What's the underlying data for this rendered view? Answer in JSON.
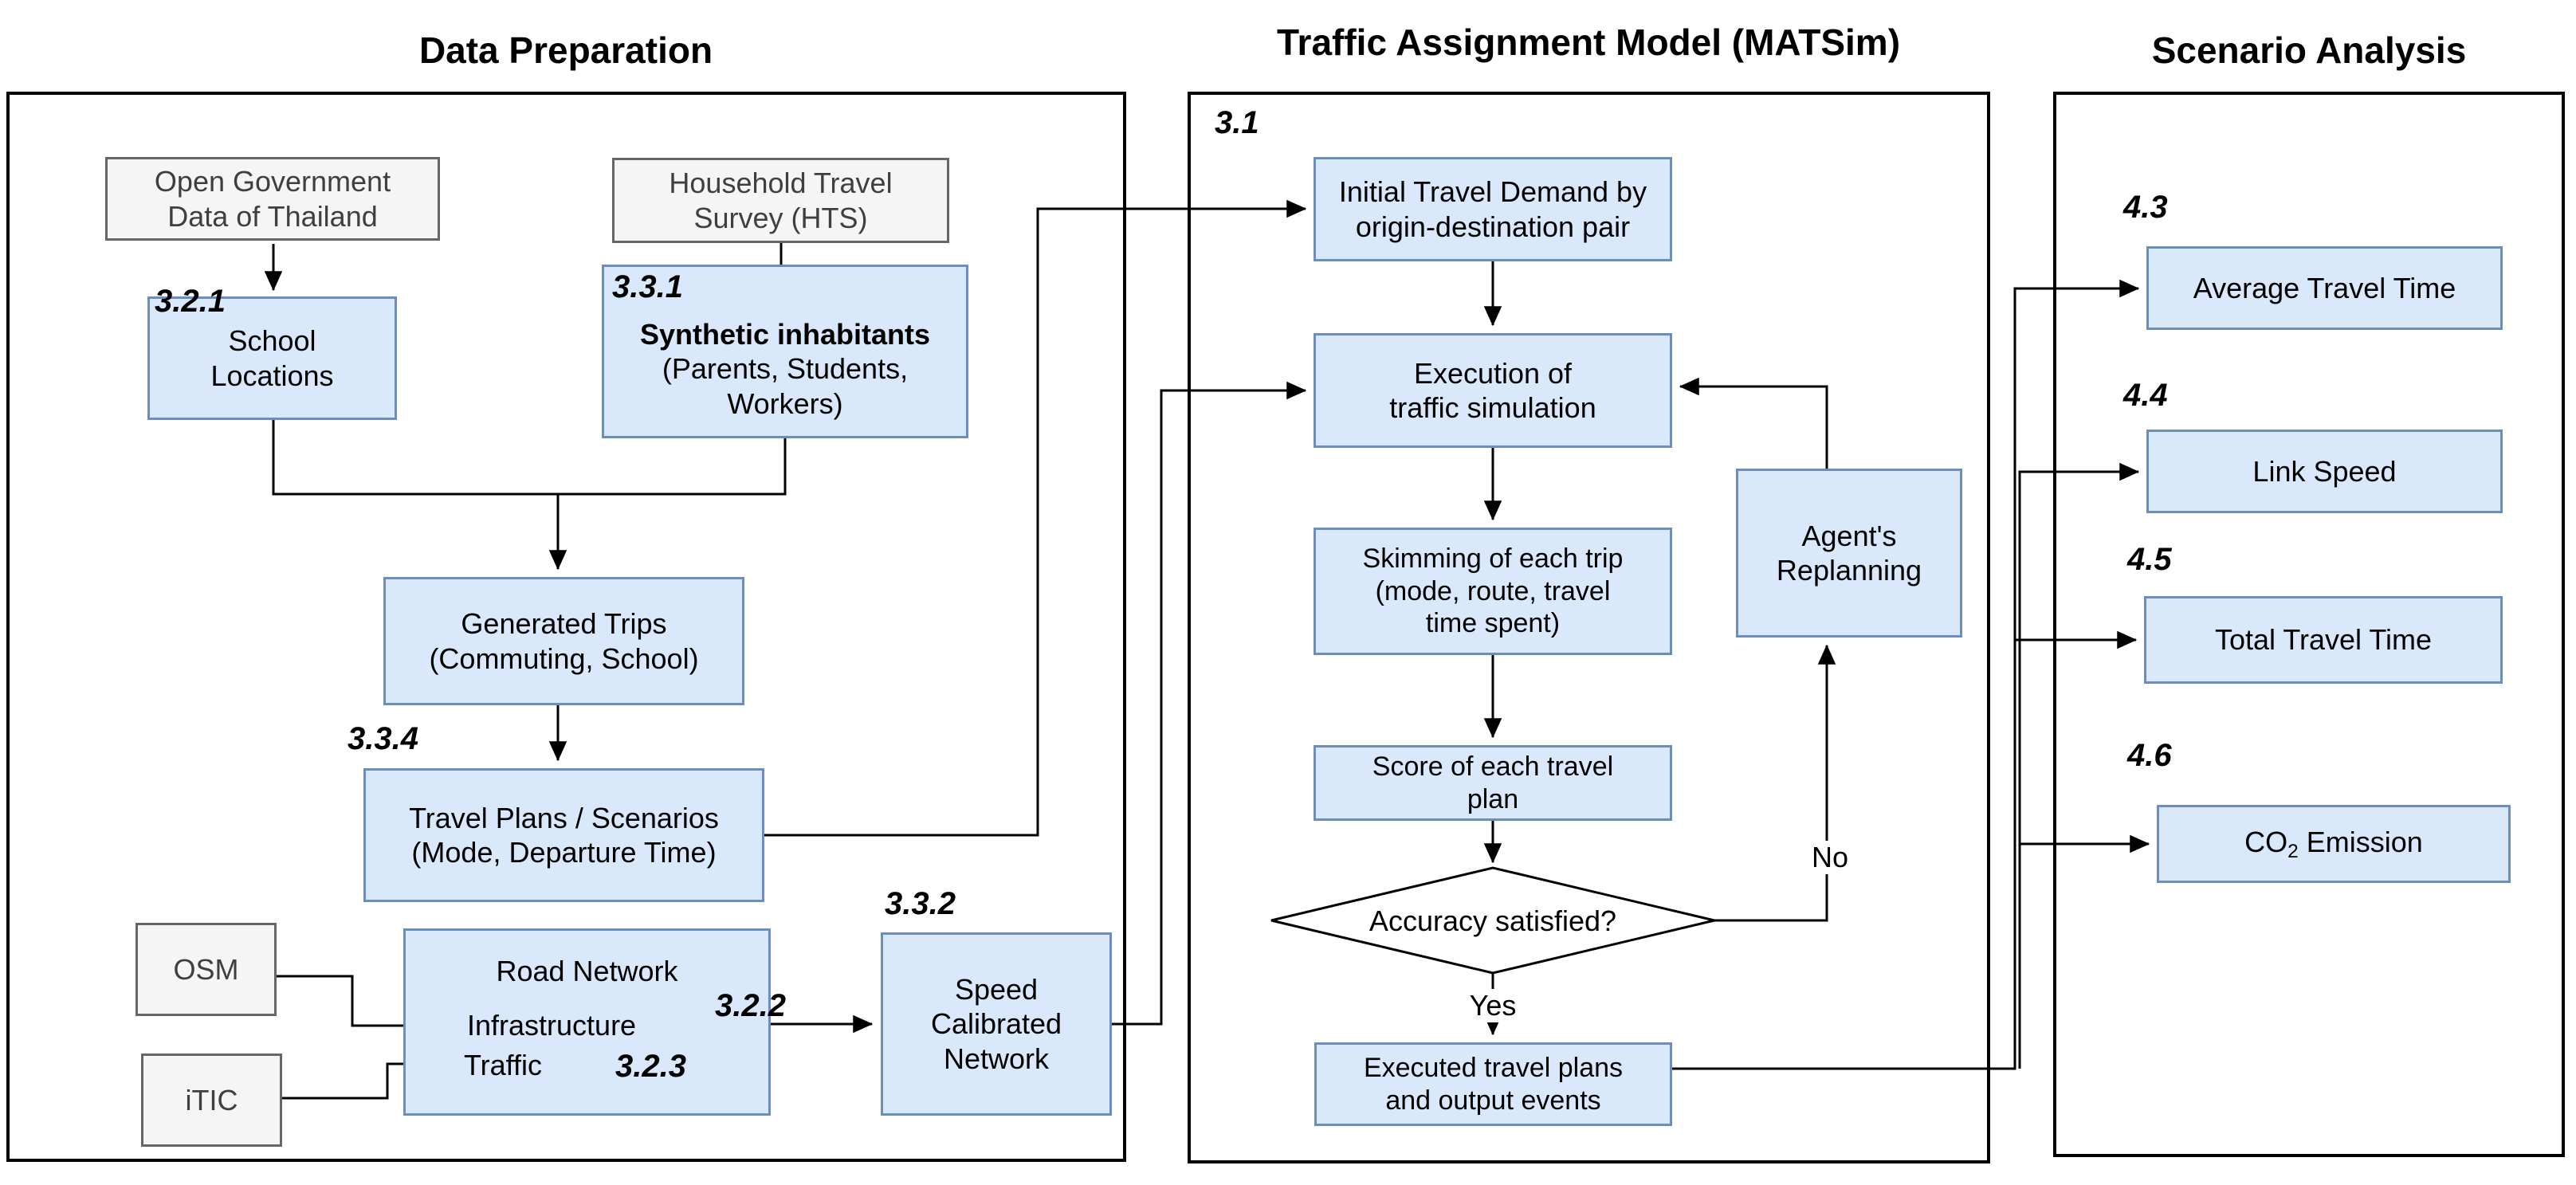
{
  "colors": {
    "node_fill": "#dae8fc",
    "node_border": "#6c8ebf",
    "source_fill": "#f5f5f5",
    "source_border": "#666666",
    "line": "#000000"
  },
  "sections": {
    "dataprep": {
      "title": "Data Preparation"
    },
    "matsim": {
      "title": "Traffic Assignment Model (MATSim)",
      "ref": "3.1"
    },
    "scenario": {
      "title": "Scenario Analysis"
    }
  },
  "nodes": {
    "open_gov": {
      "label": "Open Government\nData of Thailand"
    },
    "school": {
      "ref": "3.2.1",
      "label": "School\nLocations"
    },
    "hts": {
      "label": "Household Travel\nSurvey (HTS)"
    },
    "synthetic": {
      "ref": "3.3.1",
      "label_bold": "Synthetic inhabitants",
      "label": "(Parents, Students,\nWorkers)"
    },
    "generated": {
      "label": "Generated Trips\n(Commuting, School)"
    },
    "travel_plans": {
      "ref": "3.3.4",
      "label": "Travel Plans / Scenarios\n(Mode, Departure Time)"
    },
    "osm": {
      "label": "OSM"
    },
    "itic": {
      "label": "iTIC"
    },
    "road_network": {
      "label": "Road Network",
      "row1": "Infrastructure",
      "row1_ref": "3.2.2",
      "row2": "Traffic",
      "row2_ref": "3.2.3"
    },
    "speed": {
      "ref": "3.3.2",
      "label": "Speed\nCalibrated\nNetwork"
    },
    "initial_demand": {
      "label": "Initial Travel Demand by\norigin-destination pair"
    },
    "execution": {
      "label": "Execution of\ntraffic simulation"
    },
    "skimming": {
      "label": "Skimming of each trip\n(mode, route, travel\ntime spent)"
    },
    "score": {
      "label": "Score of each travel\nplan"
    },
    "decision": {
      "label": "Accuracy satisfied?",
      "yes": "Yes",
      "no": "No"
    },
    "agent": {
      "label": "Agent's\nReplanning"
    },
    "executed": {
      "label": "Executed travel plans\nand output events"
    },
    "avg_tt": {
      "ref": "4.3",
      "label": "Average Travel Time"
    },
    "link_speed": {
      "ref": "4.4",
      "label": "Link Speed"
    },
    "total_tt": {
      "ref": "4.5",
      "label": "Total Travel Time"
    },
    "co2": {
      "ref": "4.6",
      "pre": "CO",
      "sub": "2",
      "post": " Emission"
    }
  }
}
